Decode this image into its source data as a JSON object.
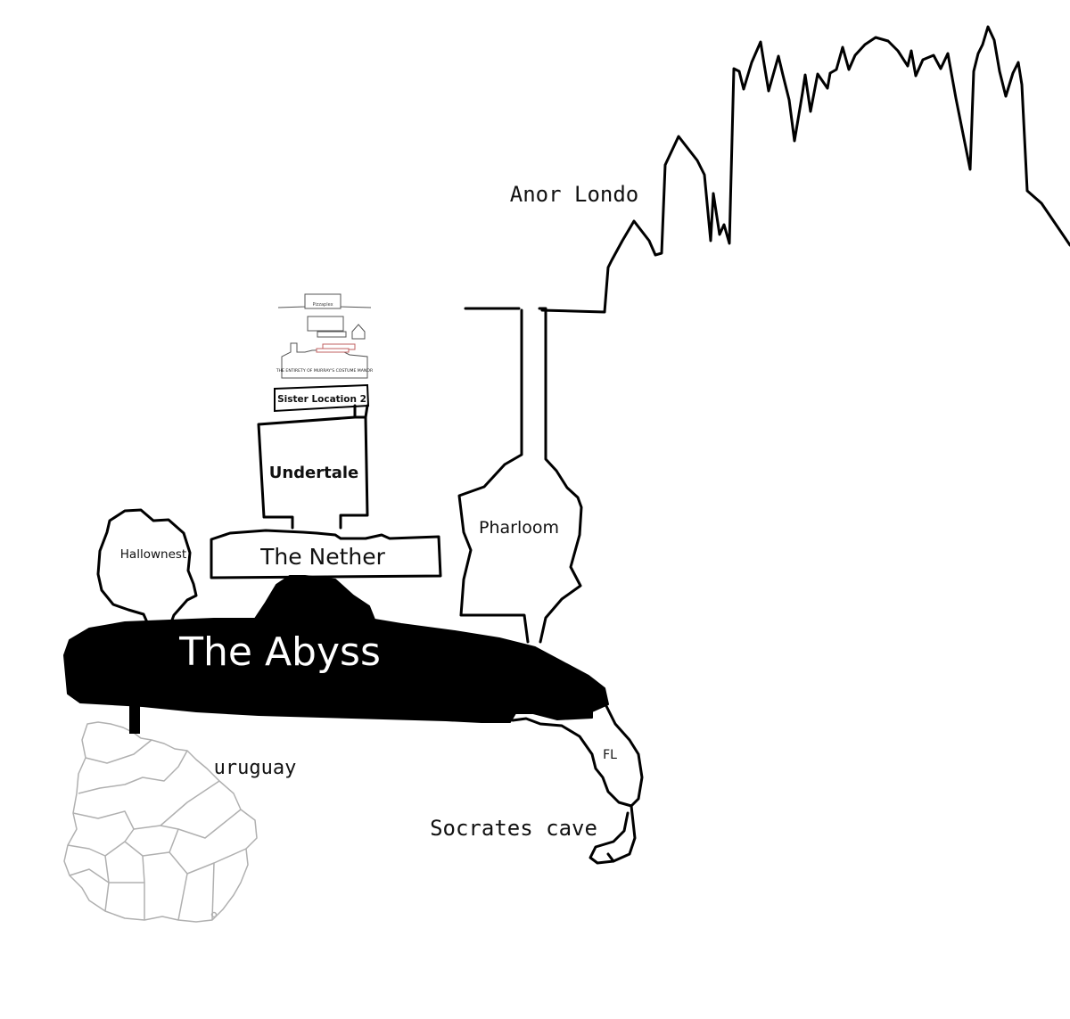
{
  "diagram": {
    "background": "#ffffff",
    "ink": "#000000",
    "map_gray": "#b0b0b0",
    "labels": {
      "anor_londo": "Anor Londo",
      "pharloom": "Pharloom",
      "undertale": "Undertale",
      "sister_location": "Sister Location 2",
      "nether": "The Nether",
      "hallownest": "Hallownest",
      "abyss": "The Abyss",
      "uruguay": "uruguay",
      "florida": "FL",
      "socrates": "Socrates cave",
      "manor": "THE ENTIRETY OF MURRAY'S COSTUME MANOR",
      "pizzaplex": "Pizzaplex"
    }
  }
}
